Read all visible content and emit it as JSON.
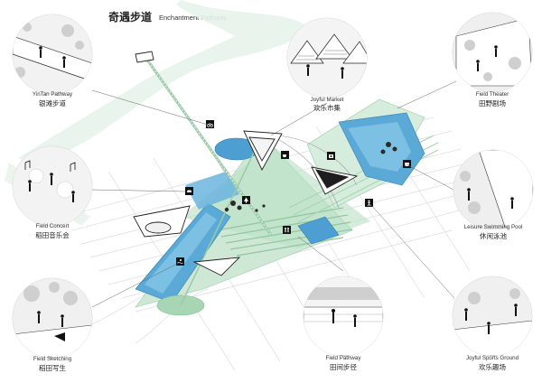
{
  "title": {
    "cn": "奇遇步道",
    "en": "Enchantment Pathway"
  },
  "vignettes": [
    {
      "id": "yintan",
      "en": "YinTan Pathway",
      "cn": "银滩步道"
    },
    {
      "id": "market",
      "en": "Joyful Market",
      "cn": "欢乐市集"
    },
    {
      "id": "theater",
      "en": "Field Theater",
      "cn": "田野剧场"
    },
    {
      "id": "concert",
      "en": "Field Concert",
      "cn": "稻田音乐会"
    },
    {
      "id": "pool",
      "en": "Leisure Swimming Pool",
      "cn": "休闲泳池"
    },
    {
      "id": "sketch",
      "en": "Field Sketching",
      "cn": "稻田写生"
    },
    {
      "id": "pathway",
      "en": "Field Pathway",
      "cn": "田间步径"
    },
    {
      "id": "sports",
      "en": "Joyful Sports Ground",
      "cn": "欢乐趣场"
    }
  ],
  "map_icons": [
    "bicycle-icon",
    "cafe-icon",
    "camera-icon",
    "shopping-icon",
    "family-icon",
    "swim-icon",
    "walker-icon",
    "cloud-icon",
    "tree-icon"
  ],
  "colors": {
    "water": "#5aa9d6",
    "water_dark": "#3d8fc2",
    "green": "#a8d5b4",
    "green_light": "#cfe8d6",
    "ink": "#222222"
  }
}
